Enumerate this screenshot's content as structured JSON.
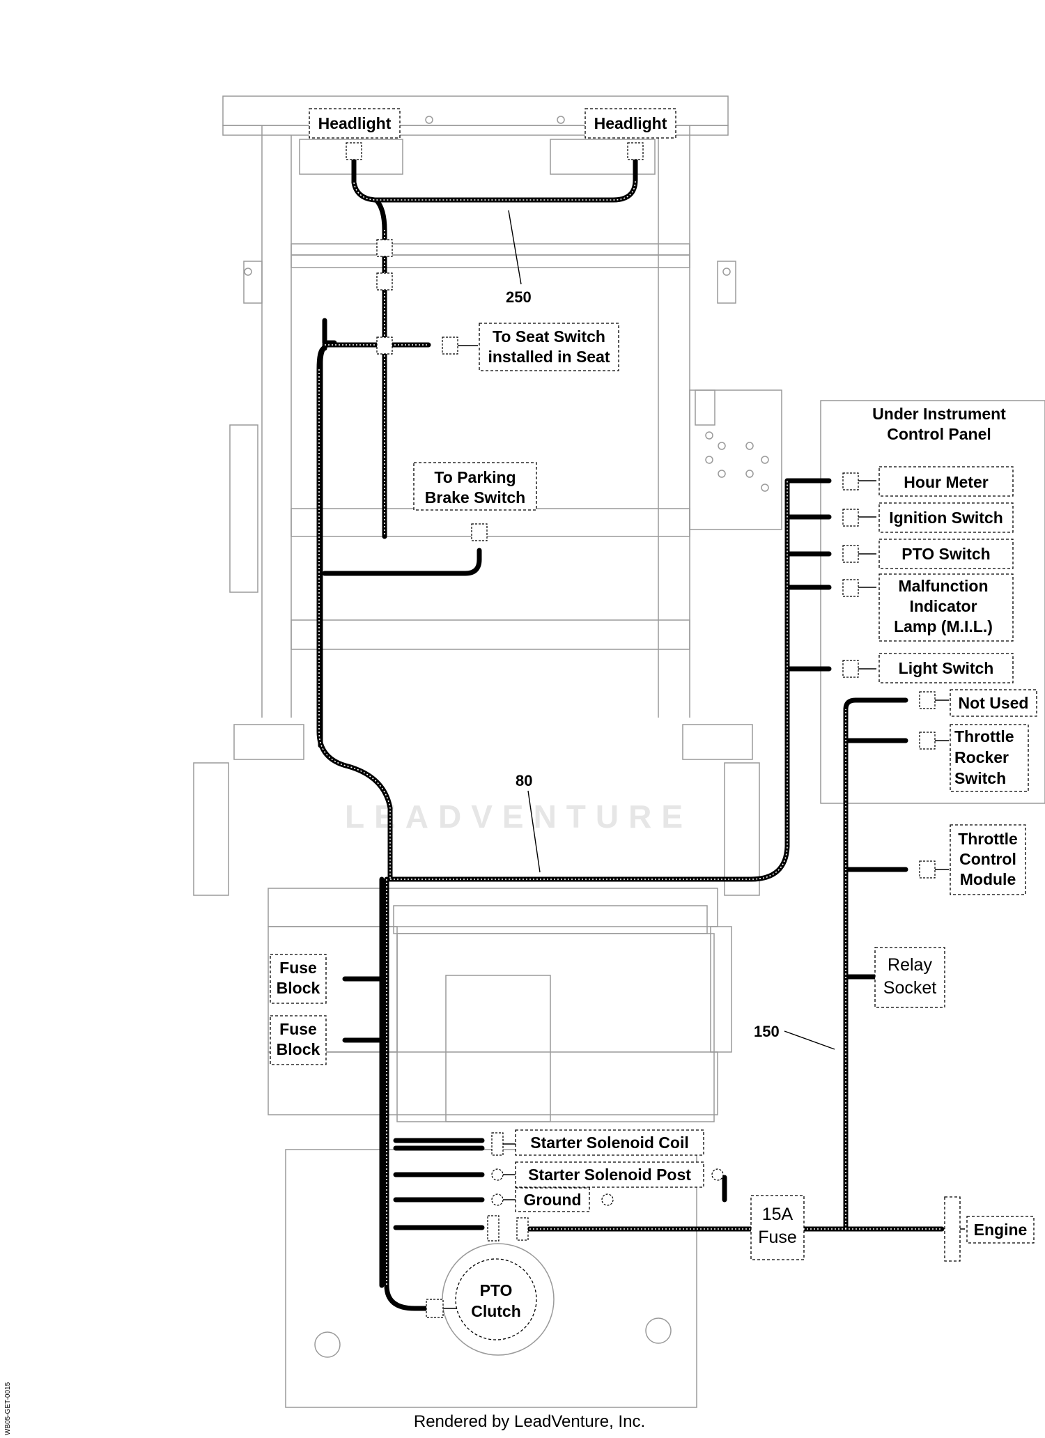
{
  "labels": {
    "headlight_left": "Headlight",
    "headlight_right": "Headlight",
    "seat_switch": [
      "To Seat Switch",
      "installed in Seat"
    ],
    "parking_brake": [
      "To Parking",
      "Brake Switch"
    ],
    "panel_title": [
      "Under Instrument",
      "Control Panel"
    ],
    "hour_meter": "Hour Meter",
    "ignition_switch": "Ignition Switch",
    "pto_switch": "PTO Switch",
    "mil": [
      "Malfunction",
      "Indicator",
      "Lamp (M.I.L.)"
    ],
    "light_switch": "Light Switch",
    "not_used": "Not Used",
    "throttle_rocker": [
      "Throttle",
      "Rocker",
      "Switch"
    ],
    "throttle_module": [
      "Throttle",
      "Control",
      "Module"
    ],
    "relay_socket": [
      "Relay",
      "Socket"
    ],
    "fuse_block_1": [
      "Fuse",
      "Block"
    ],
    "fuse_block_2": [
      "Fuse",
      "Block"
    ],
    "starter_coil": "Starter Solenoid Coil",
    "starter_post": "Starter Solenoid Post",
    "ground": "Ground",
    "fuse_15a": [
      "15A",
      "Fuse"
    ],
    "engine": "Engine",
    "pto_clutch": [
      "PTO",
      "Clutch"
    ]
  },
  "harness_numbers": {
    "h250": "250",
    "h80": "80",
    "h150": "150"
  },
  "watermark": "LEADVENTURE",
  "footer": "Rendered by LeadVenture, Inc.",
  "doc_code": "WB05-GET-0015"
}
